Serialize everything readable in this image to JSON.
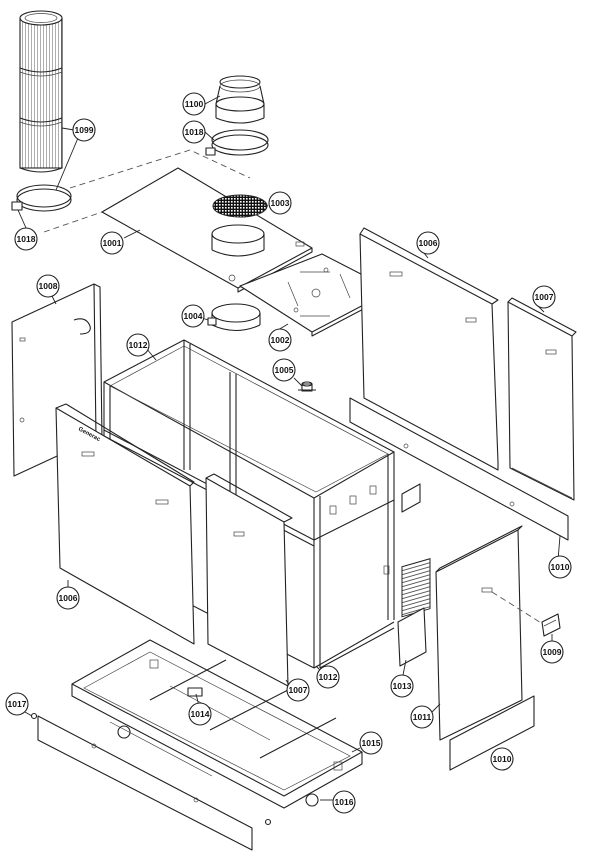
{
  "diagram": {
    "brand_label": "Generac",
    "callouts": [
      {
        "id": "c1100",
        "label": "1100"
      },
      {
        "id": "c1018a",
        "label": "1018"
      },
      {
        "id": "c1099",
        "label": "1099"
      },
      {
        "id": "c1018b",
        "label": "1018"
      },
      {
        "id": "c1003",
        "label": "1003"
      },
      {
        "id": "c1001",
        "label": "1001"
      },
      {
        "id": "c1006a",
        "label": "1006"
      },
      {
        "id": "c1008",
        "label": "1008"
      },
      {
        "id": "c1007a",
        "label": "1007"
      },
      {
        "id": "c1004",
        "label": "1004"
      },
      {
        "id": "c1002",
        "label": "1002"
      },
      {
        "id": "c1012a",
        "label": "1012"
      },
      {
        "id": "c1005",
        "label": "1005"
      },
      {
        "id": "c1010a",
        "label": "1010"
      },
      {
        "id": "c1006b",
        "label": "1006"
      },
      {
        "id": "c1009",
        "label": "1009"
      },
      {
        "id": "c1013",
        "label": "1013"
      },
      {
        "id": "c1012b",
        "label": "1012"
      },
      {
        "id": "c1007b",
        "label": "1007"
      },
      {
        "id": "c1017",
        "label": "1017"
      },
      {
        "id": "c1014",
        "label": "1014"
      },
      {
        "id": "c1011",
        "label": "1011"
      },
      {
        "id": "c1015",
        "label": "1015"
      },
      {
        "id": "c1010b",
        "label": "1010"
      },
      {
        "id": "c1016",
        "label": "1016"
      }
    ]
  }
}
